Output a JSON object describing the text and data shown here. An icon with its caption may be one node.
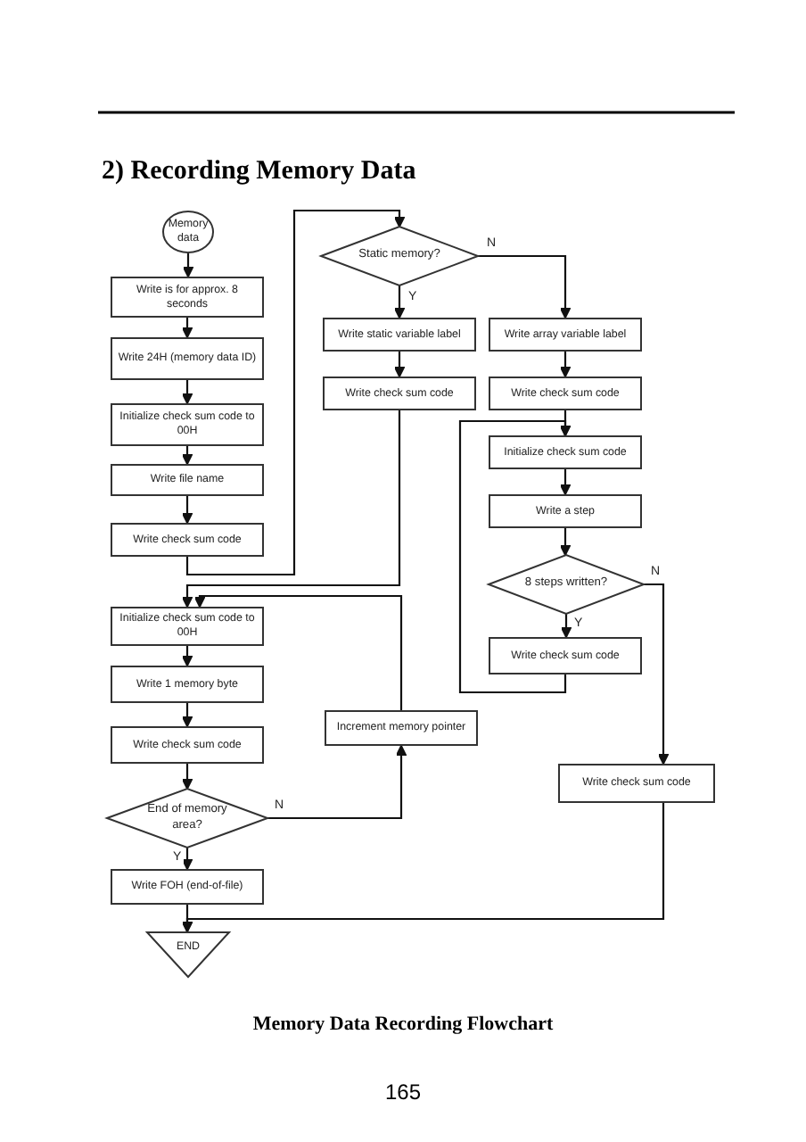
{
  "diagram": {
    "title": "2) Recording Memory Data",
    "caption": "Memory Data Recording Flowchart",
    "nodes": [
      {
        "text": [
          "Memory data"
        ]
      },
      {
        "text": [
          "Write is for approx. 8 seconds"
        ]
      },
      {
        "text": [
          "Write 24H (memory data ID)"
        ]
      },
      {
        "text": [
          "Initialize check sum code to 00H"
        ]
      },
      {
        "text": [
          "Write file name"
        ]
      },
      {
        "text": [
          "Write check sum code"
        ]
      },
      {
        "text": [
          "Static memory?"
        ]
      },
      {
        "text": [
          "Write static variable label"
        ]
      },
      {
        "text": [
          "Write check sum code"
        ]
      },
      {
        "text": [
          "Write array variable label"
        ]
      },
      {
        "text": [
          "Write check sum code"
        ]
      },
      {
        "text": [
          "Initialize check sum code"
        ]
      },
      {
        "text": [
          "Write a step"
        ]
      },
      {
        "text": [
          "8 steps written?"
        ]
      },
      {
        "text": [
          "Write check sum code"
        ]
      },
      {
        "text": [
          "Increment memory pointer"
        ]
      },
      {
        "text": [
          "Write check sum code"
        ]
      },
      {
        "text": [
          "Initialize check sum code to 00H"
        ]
      },
      {
        "text": [
          "Write 1 memory byte"
        ]
      },
      {
        "text": [
          "Write check sum code"
        ]
      },
      {
        "text": [
          "End of memory area?"
        ]
      },
      {
        "text": [
          "Write FOH (end-of-file)"
        ]
      },
      {
        "text": [
          "END"
        ]
      }
    ],
    "edges": [
      {
        "from": 0,
        "to": 1,
        "arrow": "to"
      },
      {
        "from": 1,
        "to": 2,
        "arrow": "to"
      },
      {
        "from": 2,
        "to": 3,
        "arrow": "to"
      },
      {
        "from": 3,
        "to": 4,
        "arrow": "to"
      },
      {
        "from": 4,
        "to": 5,
        "arrow": "to"
      },
      {
        "from": 5,
        "to": 6,
        "arrow": "to"
      },
      {
        "from": 6,
        "to": 7,
        "arrow": "to",
        "label": "Y"
      },
      {
        "from": 6,
        "to": 9,
        "arrow": "to",
        "label": "N"
      },
      {
        "from": 7,
        "to": 8,
        "arrow": "to"
      },
      {
        "from": 8,
        "to": 17,
        "arrow": "to"
      },
      {
        "from": 9,
        "to": 10,
        "arrow": "to"
      },
      {
        "from": 10,
        "to": 11,
        "arrow": "to"
      },
      {
        "from": 11,
        "to": 12,
        "arrow": "to"
      },
      {
        "from": 12,
        "to": 13,
        "arrow": "to"
      },
      {
        "from": 13,
        "to": 14,
        "arrow": "to",
        "label": "Y"
      },
      {
        "from": 13,
        "to": 16,
        "arrow": "to",
        "label": "N"
      },
      {
        "from": 14,
        "to": 11,
        "arrow": "to"
      },
      {
        "from": 16,
        "to": 22,
        "arrow": "to"
      },
      {
        "from": 17,
        "to": 18,
        "arrow": "to"
      },
      {
        "from": 18,
        "to": 19,
        "arrow": "to"
      },
      {
        "from": 19,
        "to": 20,
        "arrow": "to"
      },
      {
        "from": 20,
        "to": 21,
        "arrow": "to",
        "label": "Y"
      },
      {
        "from": 20,
        "to": 15,
        "arrow": "to",
        "label": "N"
      },
      {
        "from": 15,
        "to": 17,
        "arrow": "to"
      },
      {
        "from": 21,
        "to": 22,
        "arrow": "to"
      }
    ],
    "labels": [
      "165"
    ]
  }
}
